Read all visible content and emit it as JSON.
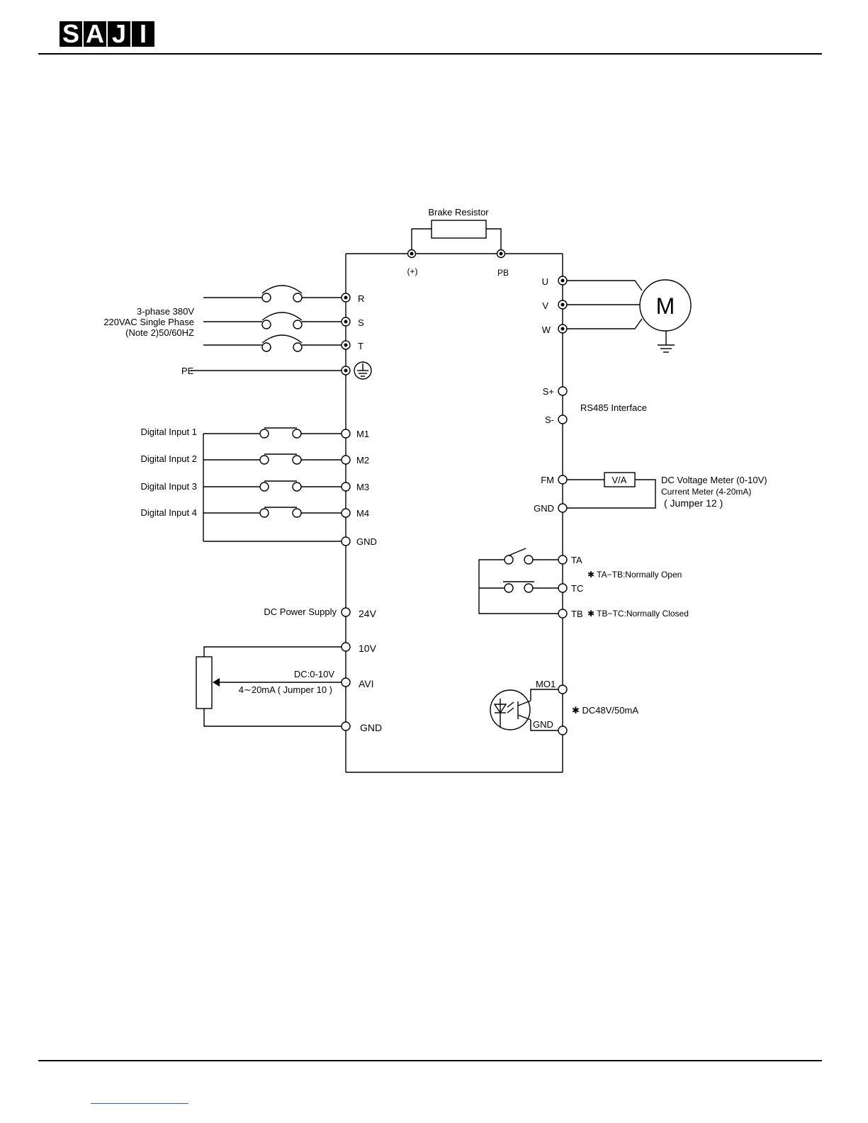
{
  "header": {
    "logo_letters": [
      "S",
      "A",
      "J",
      "I"
    ]
  },
  "diagram": {
    "brake_resistor": "Brake Resistor",
    "plus_terminal": "(+)",
    "pb_terminal": "PB",
    "supply_line1": "3-phase 380V",
    "supply_line2": "220VAC Single Phase",
    "supply_line3": "(Note 2)50/60HZ",
    "pe_label": "PE",
    "r": "R",
    "s": "S",
    "t": "T",
    "u": "U",
    "v": "V",
    "w": "W",
    "motor": "M",
    "s_plus": "S+",
    "s_minus": "S-",
    "rs485": "RS485 Interface",
    "di1": "Digital Input 1",
    "di2": "Digital Input 2",
    "di3": "Digital Input 3",
    "di4": "Digital Input 4",
    "m1": "M1",
    "m2": "M2",
    "m3": "M3",
    "m4": "M4",
    "gnd_left_upper": "GND",
    "fm": "FM",
    "gnd_fm": "GND",
    "va": "V/A",
    "meter_line1": "DC Voltage Meter (0-10V)",
    "meter_line2": "Current Meter (4-20mA)",
    "meter_line3": "( Jumper 12 )",
    "ta": "TA",
    "tc": "TC",
    "tb": "TB",
    "ta_tb": "✱ TA−TB:Normally Open",
    "tb_tc": "✱ TB−TC:Normally Closed",
    "dc_power_supply": "DC Power Supply",
    "v24": "24V",
    "v10": "10V",
    "avi": "AVI",
    "dc_0_10v": "DC:0-10V",
    "avi_ma": "4∼20mA ( Jumper 10 )",
    "gnd_left_lower": "GND",
    "mo1": "MO1",
    "gnd_mo": "GND",
    "dc48v": "✱ DC48V/50mA"
  }
}
